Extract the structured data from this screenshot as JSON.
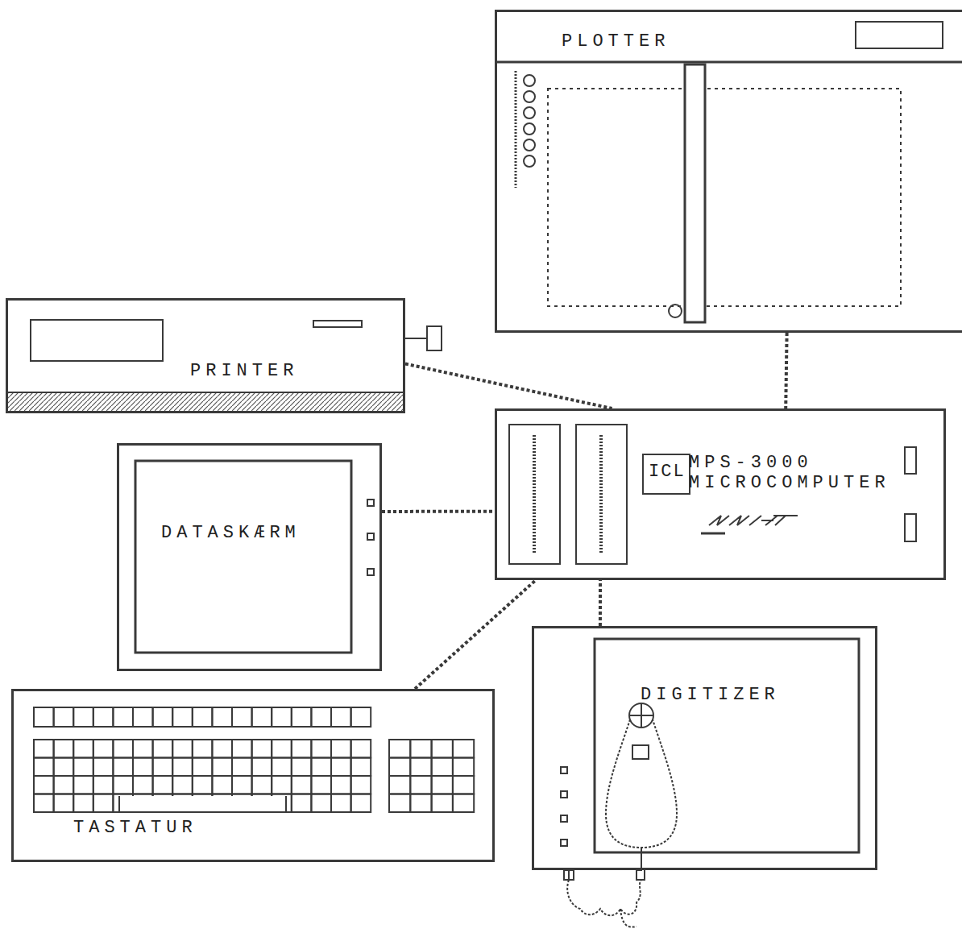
{
  "diagram": {
    "nodes": [
      {
        "text": [
          "PLOTTER"
        ]
      },
      {
        "text": [
          "PRINTER"
        ]
      },
      {
        "text": [
          "ICL",
          "MPS-3000 MICROCOMPUTER"
        ]
      },
      {
        "text": [
          "DATASKÆRM"
        ]
      },
      {
        "text": [
          "TASTATUR"
        ]
      },
      {
        "text": [
          "DIGITIZER"
        ]
      }
    ],
    "edges": [
      {
        "from": 0,
        "to": 2,
        "arrow": "none"
      },
      {
        "from": 1,
        "to": 2,
        "arrow": "none"
      },
      {
        "from": 3,
        "to": 2,
        "arrow": "none"
      },
      {
        "from": 4,
        "to": 2,
        "arrow": "none"
      },
      {
        "from": 5,
        "to": 2,
        "arrow": "none"
      }
    ]
  }
}
